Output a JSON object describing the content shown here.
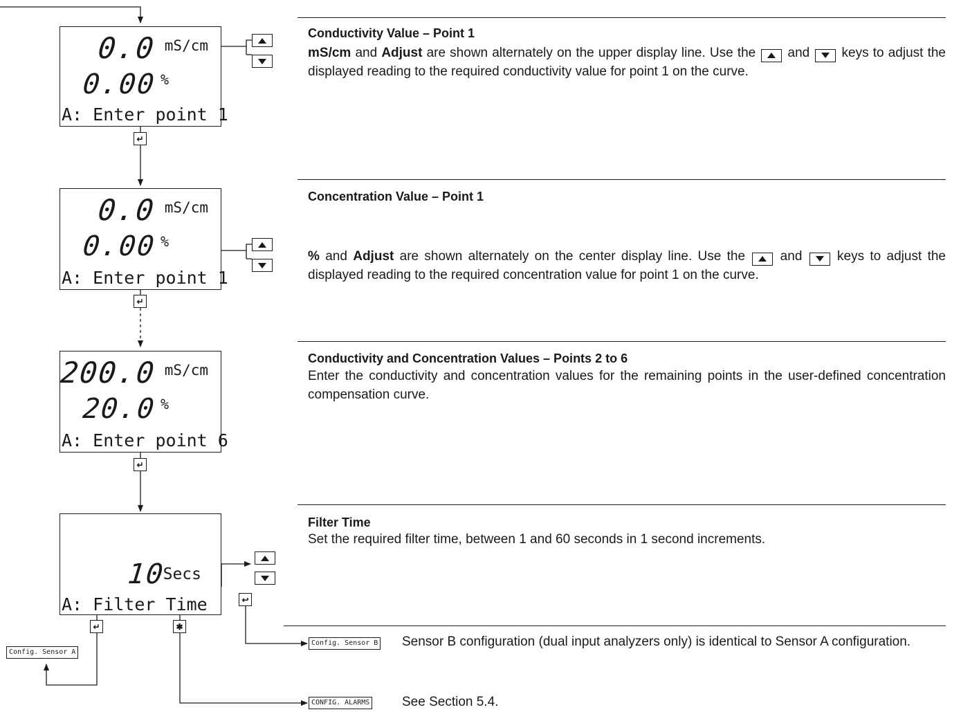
{
  "screens": [
    {
      "top_value": "0.0",
      "top_unit": "mS/cm",
      "mid_value": "0.00",
      "mid_unit": "%",
      "bottom": "A: Enter point 1"
    },
    {
      "top_value": "0.0",
      "top_unit": "mS/cm",
      "mid_value": "0.00",
      "mid_unit": "%",
      "bottom": "A: Enter point 1"
    },
    {
      "top_value": "200.0",
      "top_unit": "mS/cm",
      "mid_value": "20.0",
      "mid_unit": "%",
      "bottom": "A: Enter point 6"
    },
    {
      "value": "10",
      "unit": "Secs",
      "bottom": "A: Filter Time"
    }
  ],
  "sections": {
    "conductivity_p1": {
      "title": "Conductivity Value – Point 1",
      "b1": "mS/cm",
      "t1": " and ",
      "b2": "Adjust",
      "t2": " are shown alternately on the upper display line. Use the ",
      "t3": " and ",
      "t4": " keys to adjust the displayed reading to the required conductivity value for point 1 on the curve."
    },
    "concentration_p1": {
      "title": "Concentration Value – Point 1",
      "b1": "%",
      "t1": " and ",
      "b2": "Adjust",
      "t2": " are shown alternately on the center display line. Use the ",
      "t3": " and ",
      "t4": " keys to adjust the displayed reading to the required concentration value for point 1 on the curve."
    },
    "points_2_6": {
      "title": "Conductivity and Concentration Values – Points 2 to 6",
      "body": "Enter the conductivity and concentration values for the remaining points in the user-defined concentration compensation curve."
    },
    "filter_time": {
      "title": "Filter Time",
      "body": "Set the required filter time, between 1 and 60 seconds in 1 second increments."
    },
    "sensor_b": {
      "tag": "Config. Sensor B",
      "body": "Sensor B configuration (dual input analyzers only) is identical to Sensor A configuration."
    },
    "alarms": {
      "tag": "CONFIG. ALARMS",
      "body": "See Section 5.4."
    },
    "sensor_a": {
      "tag": "Config. Sensor A"
    }
  },
  "icons": {
    "up": "up-arrow-key-icon",
    "down": "down-arrow-key-icon",
    "enter": "enter-key-icon",
    "return": "return-key-icon",
    "star": "star-key-icon"
  },
  "key_glyphs": {
    "star": "✱"
  }
}
